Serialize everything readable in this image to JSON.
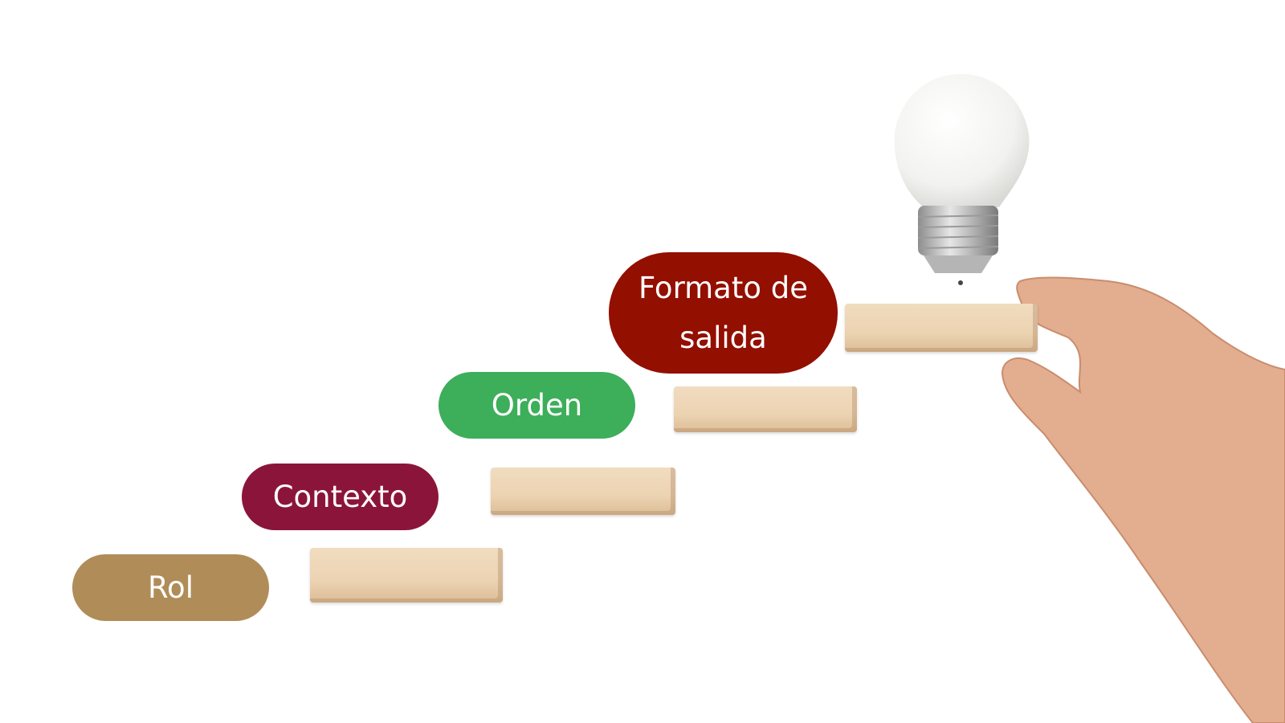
{
  "steps": [
    {
      "label": "Rol",
      "color": "#b08c58"
    },
    {
      "label": "Contexto",
      "color": "#8b153a"
    },
    {
      "label": "Orden",
      "color": "#3dae5a"
    },
    {
      "label": "Formato de salida",
      "color": "#930f00"
    }
  ],
  "icons": {
    "bulb": "light-bulb-icon",
    "hand": "hand-image"
  }
}
